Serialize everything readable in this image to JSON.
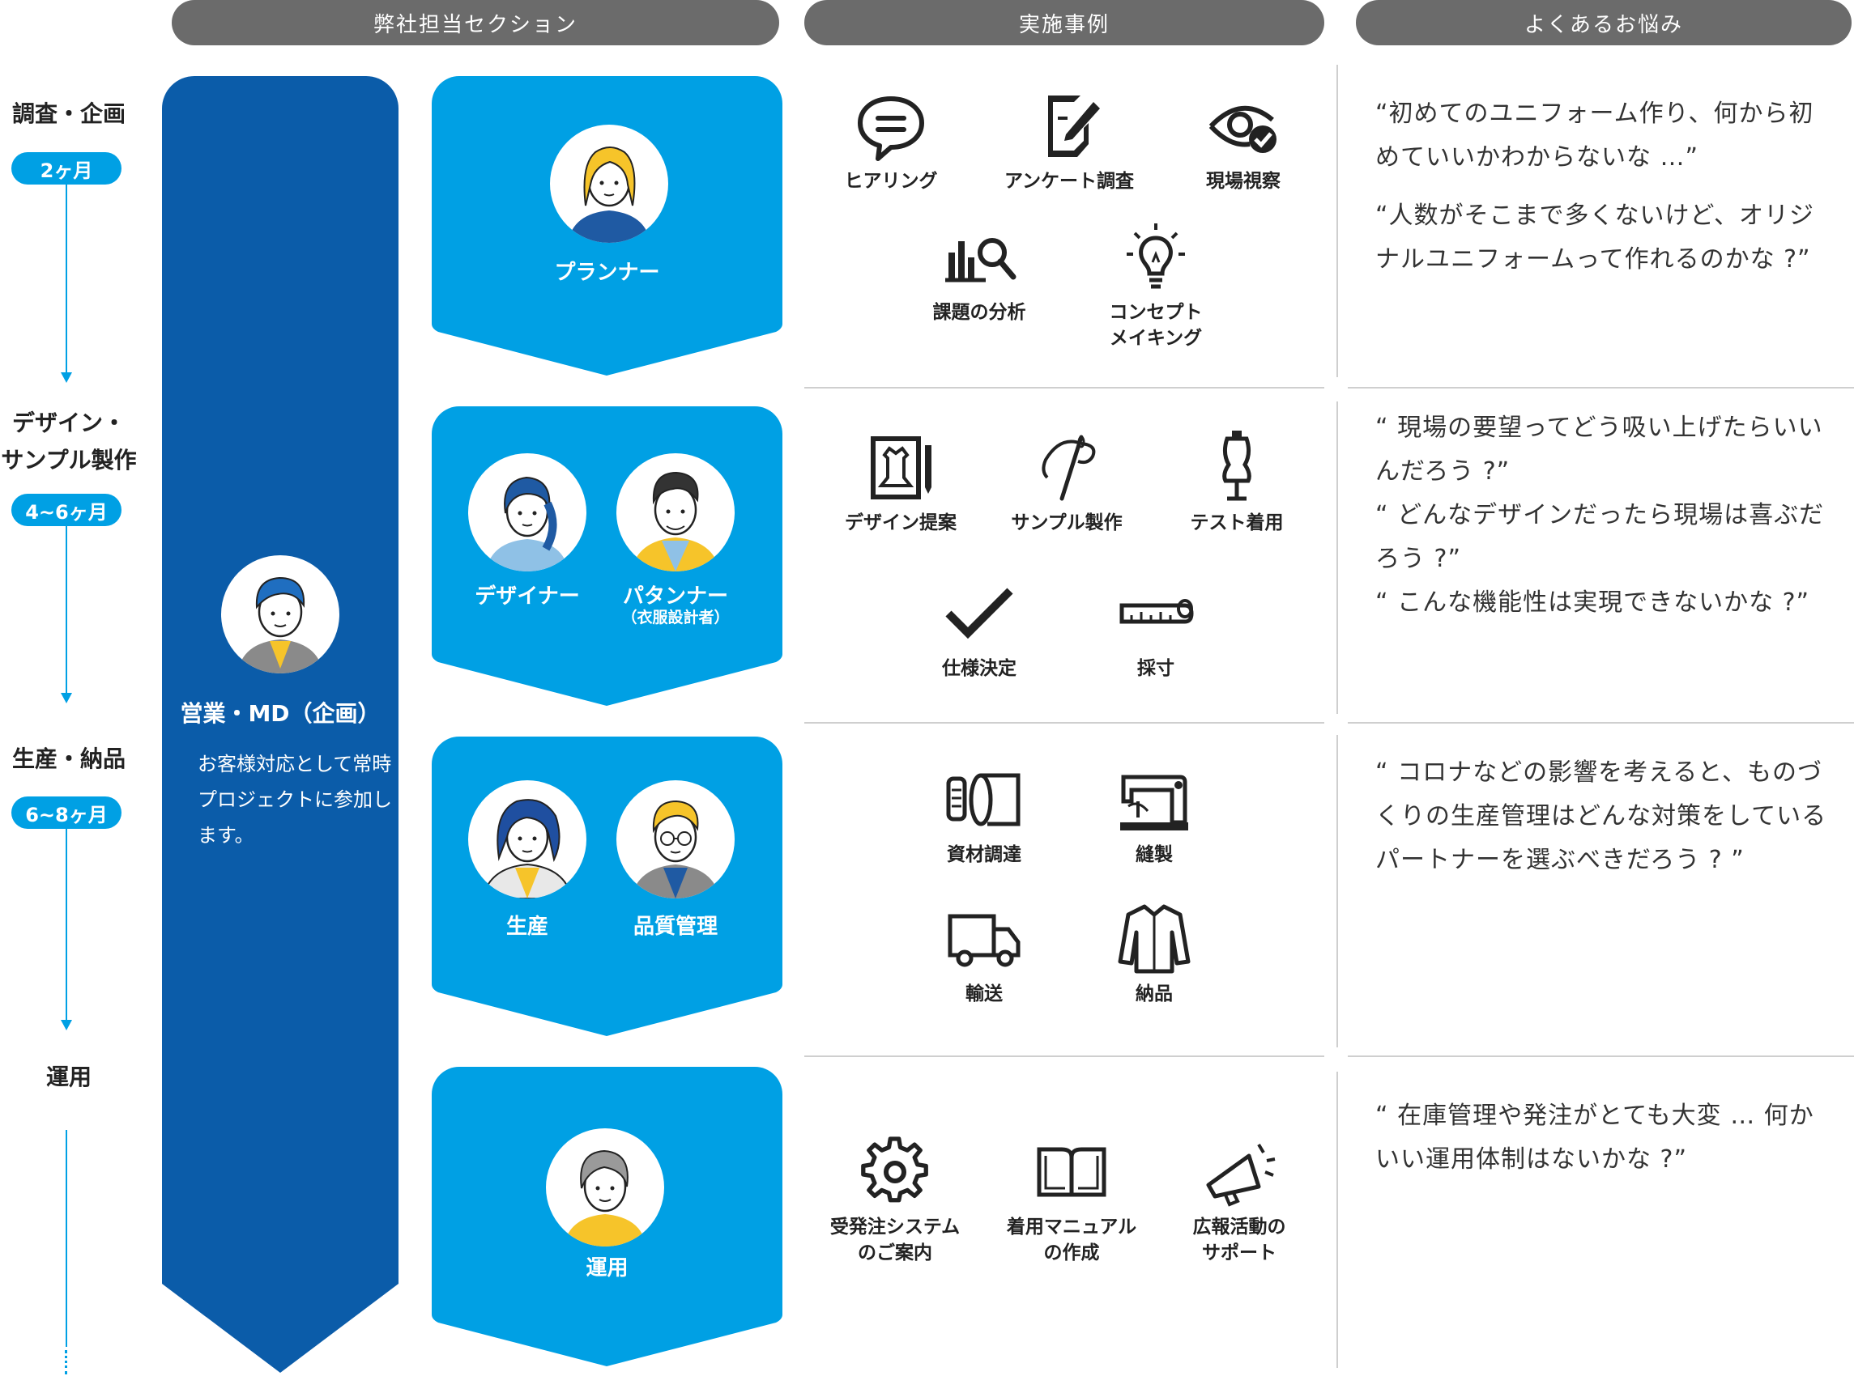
{
  "headers": {
    "section": "弊社担当セクション",
    "examples": "実施事例",
    "worries": "よくあるお悩み"
  },
  "phases": [
    {
      "label": "調査・企画",
      "duration": "2ヶ月"
    },
    {
      "label": "デザイン・\nサンプル製作",
      "duration": "4~6ヶ月"
    },
    {
      "label": "生産・納品",
      "duration": "6~8ヶ月"
    },
    {
      "label": "運用",
      "duration": ""
    }
  ],
  "sales": {
    "title": "営業・MD（企画）",
    "description": "お客様対応として常時プロジェクトに参加します。"
  },
  "sections": [
    {
      "roles": [
        {
          "label": "プランナー",
          "sub": ""
        }
      ]
    },
    {
      "roles": [
        {
          "label": "デザイナー",
          "sub": ""
        },
        {
          "label": "パタンナー",
          "sub": "（衣服設計者）"
        }
      ]
    },
    {
      "roles": [
        {
          "label": "生産",
          "sub": ""
        },
        {
          "label": "品質管理",
          "sub": ""
        }
      ]
    },
    {
      "roles": [
        {
          "label": "運用",
          "sub": ""
        }
      ]
    }
  ],
  "examples": [
    [
      {
        "label": "ヒアリング",
        "icon": "speech-bubble-icon"
      },
      {
        "label": "アンケート調査",
        "icon": "survey-pen-icon"
      },
      {
        "label": "現場視察",
        "icon": "eye-check-icon"
      },
      {
        "label": "課題の分析",
        "icon": "chart-magnifier-icon"
      },
      {
        "label": "コンセプト\nメイキング",
        "icon": "lightbulb-icon"
      }
    ],
    [
      {
        "label": "デザイン提案",
        "icon": "design-sketch-icon"
      },
      {
        "label": "サンプル製作",
        "icon": "needle-thread-icon"
      },
      {
        "label": "テスト着用",
        "icon": "mannequin-icon"
      },
      {
        "label": "仕様決定",
        "icon": "checkmark-icon"
      },
      {
        "label": "採寸",
        "icon": "measuring-tape-icon"
      }
    ],
    [
      {
        "label": "資材調達",
        "icon": "fabric-roll-icon"
      },
      {
        "label": "縫製",
        "icon": "sewing-machine-icon"
      },
      {
        "label": "輸送",
        "icon": "truck-icon"
      },
      {
        "label": "納品",
        "icon": "shirt-icon"
      }
    ],
    [
      {
        "label": "受発注システム\nのご案内",
        "icon": "gear-icon"
      },
      {
        "label": "着用マニュアル\nの作成",
        "icon": "open-book-icon"
      },
      {
        "label": "広報活動の\nサポート",
        "icon": "megaphone-icon"
      }
    ]
  ],
  "worries": [
    [
      "“初めてのユニフォーム作り、何から初めていいかわからないな …”",
      "“人数がそこまで多くないけど、オリジナルユニフォームって作れるのかな ?”"
    ],
    [
      "“ 現場の要望ってどう吸い上げたらいいんだろう ?”",
      "“ どんなデザインだったら現場は喜ぶだろう ?”",
      "“ こんな機能性は実現できないかな ?”"
    ],
    [
      "“ コロナなどの影響を考えると、ものづくりの生産管理はどんな対策をしているパートナーを選ぶべきだろう ? ”"
    ],
    [
      "“ 在庫管理や発注がとても大変 … 何かいい運用体制はないかな ?”"
    ]
  ],
  "colors": {
    "dark_blue": "#0b5ca9",
    "light_blue": "#00a0e4",
    "header_gray": "#6b6b6b"
  }
}
